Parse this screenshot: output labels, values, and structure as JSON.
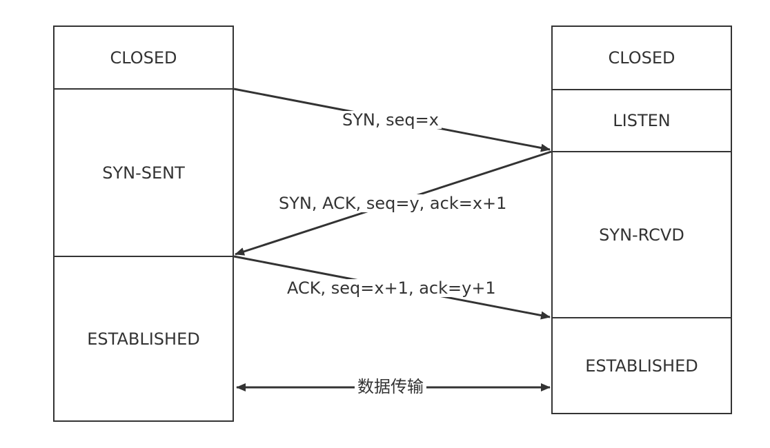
{
  "client": {
    "states": [
      "CLOSED",
      "SYN-SENT",
      "ESTABLISHED"
    ]
  },
  "server": {
    "states": [
      "CLOSED",
      "LISTEN",
      "SYN-RCVD",
      "ESTABLISHED"
    ]
  },
  "messages": {
    "syn": "SYN, seq=x",
    "syn_ack": "SYN, ACK, seq=y, ack=x+1",
    "ack": "ACK, seq=x+1, ack=y+1",
    "data": "数据传输"
  },
  "colors": {
    "line": "#333333",
    "text": "#333333",
    "background": "#ffffff"
  }
}
